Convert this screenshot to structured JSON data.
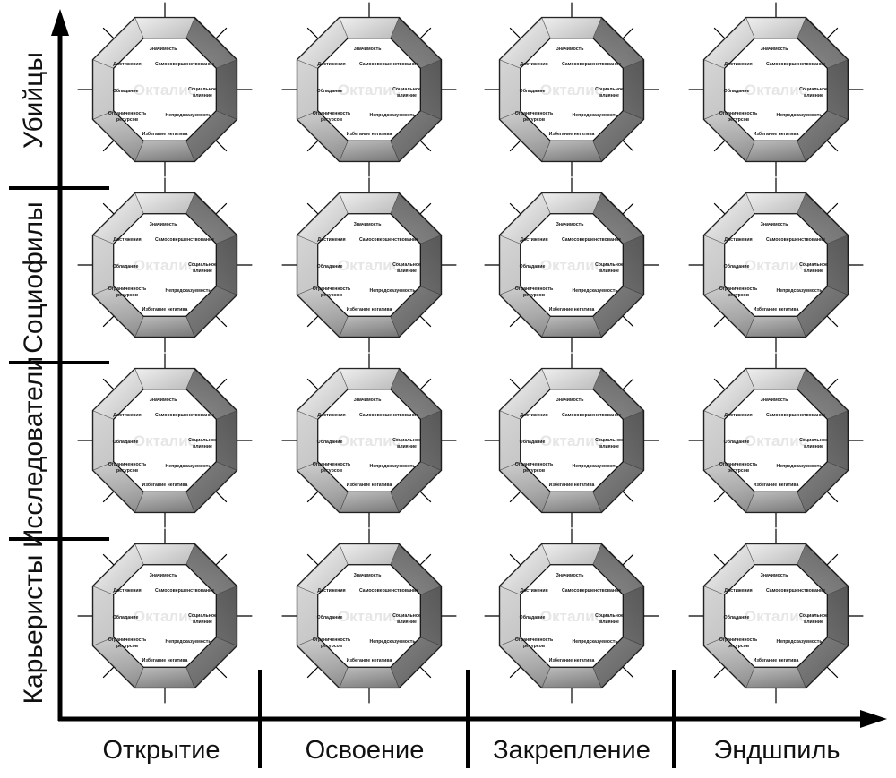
{
  "rows": [
    "Убийцы",
    "Социофилы",
    "Исследователи",
    "Карьеристы"
  ],
  "columns": [
    "Открытие",
    "Освоение",
    "Закрепление",
    "Эндшпиль"
  ],
  "octalysis": {
    "watermark": "Окталис",
    "labels": {
      "top": "Значимость",
      "upper_left": "Достижения",
      "upper_right": "Самосовершенствование",
      "left": "Обладание",
      "right_1": "Социальное",
      "right_2": "влияние",
      "lower_left_1": "Ограниченность",
      "lower_left_2": "ресурсов",
      "lower_right": "Непредсказуемость",
      "bottom": "Избегание негатива"
    }
  }
}
